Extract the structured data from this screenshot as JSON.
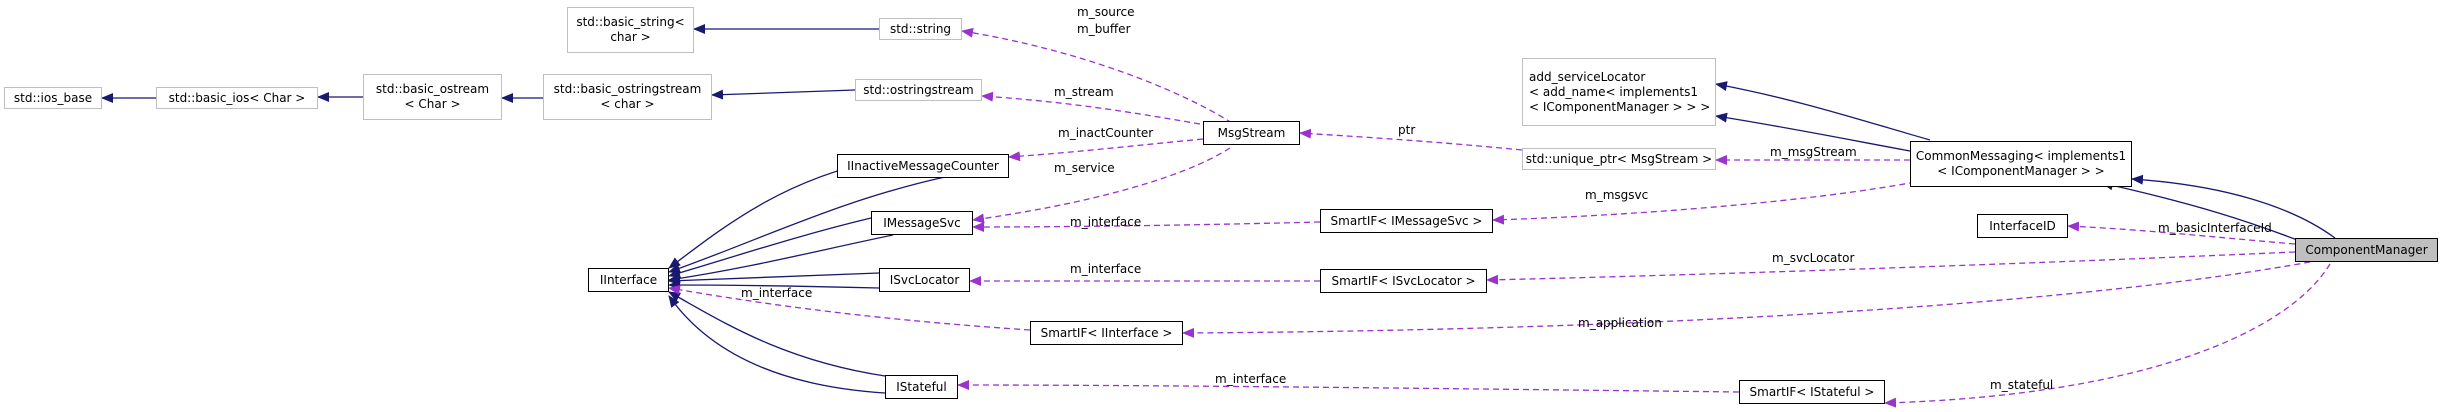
{
  "colors": {
    "inheritance": "#191970",
    "usage": "#9a32cd",
    "external_border": "#bfbfbf",
    "focus_fill": "#bfbfbf"
  },
  "nodes": {
    "ios_base": [
      "std::ios_base"
    ],
    "basic_ios": [
      "std::basic_ios< Char >"
    ],
    "basic_ostream": [
      "std::basic_ostream",
      "< Char >"
    ],
    "basic_string": [
      "std::basic_string<",
      "char >"
    ],
    "basic_ostringstream": [
      "std::basic_ostringstream",
      "< char >"
    ],
    "string": [
      "std::string"
    ],
    "ostringstream": [
      "std::ostringstream"
    ],
    "msgstream": [
      "MsgStream"
    ],
    "add_servicelocator": [
      "add_serviceLocator",
      "< add_name< implements1",
      "< IComponentManager > > >"
    ],
    "unique_ptr": [
      "std::unique_ptr< MsgStream >"
    ],
    "commonmessaging": [
      "CommonMessaging< implements1",
      "< IComponentManager > >"
    ],
    "iinactive": [
      "IInactiveMessageCounter"
    ],
    "imessagesvc": [
      "IMessageSvc"
    ],
    "iinterface": [
      "IInterface"
    ],
    "isvclocator": [
      "ISvcLocator"
    ],
    "istateful": [
      "IStateful"
    ],
    "smartif_msgsvc": [
      "SmartIF< IMessageSvc >"
    ],
    "smartif_svclocator": [
      "SmartIF< ISvcLocator >"
    ],
    "smartif_iinterface": [
      "SmartIF< IInterface >"
    ],
    "smartif_istateful": [
      "SmartIF< IStateful >"
    ],
    "interfaceid": [
      "InterfaceID"
    ],
    "componentmanager": [
      "ComponentManager"
    ]
  },
  "edge_labels": {
    "m_source": "m_source",
    "m_buffer": "m_buffer",
    "m_stream": "m_stream",
    "m_inactcounter": "m_inactCounter",
    "m_service": "m_service",
    "ptr": "ptr",
    "m_msgstream": "m_msgStream",
    "m_msgsvc": "m_msgsvc",
    "interface_msgsvc": "m_interface",
    "m_basicinterfaceid": "m_basicInterfaceId",
    "m_svclocator": "m_svcLocator",
    "interface_svclocator": "m_interface",
    "interface_iinterface": "m_interface",
    "m_application": "m_application",
    "interface_istateful": "m_interface",
    "m_stateful": "m_stateful"
  }
}
